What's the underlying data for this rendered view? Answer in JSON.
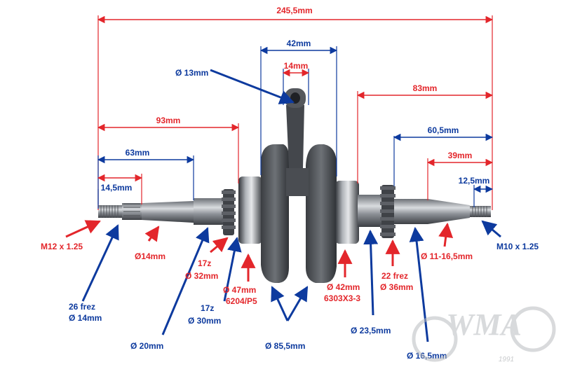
{
  "colors": {
    "red": "#e3262b",
    "blue": "#0d3a9e",
    "steel": "#9a9ea4",
    "dark": "#3a3d42"
  },
  "dimensions": {
    "total_length": "245,5mm",
    "web_width": "42mm",
    "small_end_width": "14mm",
    "right_length": "83mm",
    "left_length": "93mm",
    "right_taper_length": "60,5mm",
    "left_shaft_length": "63mm",
    "right_cone_length": "39mm",
    "left_spline_length": "14,5mm",
    "right_thread_length": "12,5mm"
  },
  "callouts": {
    "pin": "Ø 13mm",
    "left_thread": "M12 x 1.25",
    "left_journal": "Ø14mm",
    "gear17_a_line1": "17z",
    "gear17_a_line2": "Ø 32mm",
    "bearing_left_line1": "Ø 47mm",
    "bearing_left_line2": "6204/P5",
    "bearing_right_line1": "Ø 42mm",
    "bearing_right_line2": "6303X3-3",
    "gear22_line1": "22 frez",
    "gear22_line2": "Ø 36mm",
    "right_taper": "Ø 11-16,5mm",
    "right_thread": "M10 x 1.25",
    "spline_line1": "26 frez",
    "spline_line2": "Ø 14mm",
    "gear17_b_line1": "17z",
    "gear17_b_line2": "Ø 30mm",
    "left_shaft": "Ø 20mm",
    "flywheel": "Ø 85,5mm",
    "right_journal": "Ø 23,5mm",
    "right_shaft": "Ø 16,5mm"
  },
  "logo": {
    "text": "WMA",
    "year": "1991"
  }
}
